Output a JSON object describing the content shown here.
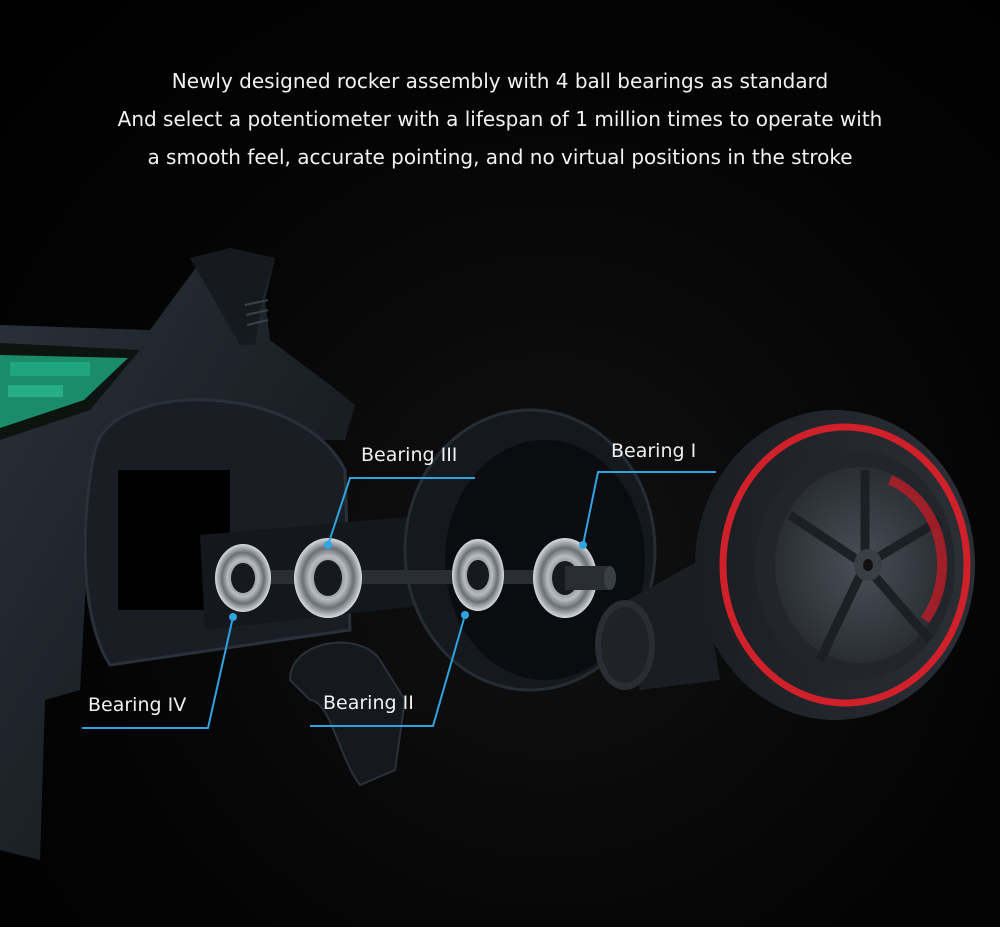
{
  "headline": {
    "line1": "Newly designed rocker assembly with 4 ball bearings as standard",
    "line2": "And select a potentiometer with a lifespan of 1 million times to operate with",
    "line3": "a smooth feel, accurate pointing, and no virtual positions in the stroke"
  },
  "callouts": {
    "bearing_1": "Bearing I",
    "bearing_2": "Bearing II",
    "bearing_3": "Bearing III",
    "bearing_4": "Bearing IV"
  },
  "colors": {
    "background": "#000000",
    "callout_line": "#2ea3e0",
    "wheel_accent": "#d0202a",
    "body": "#1c2128"
  }
}
